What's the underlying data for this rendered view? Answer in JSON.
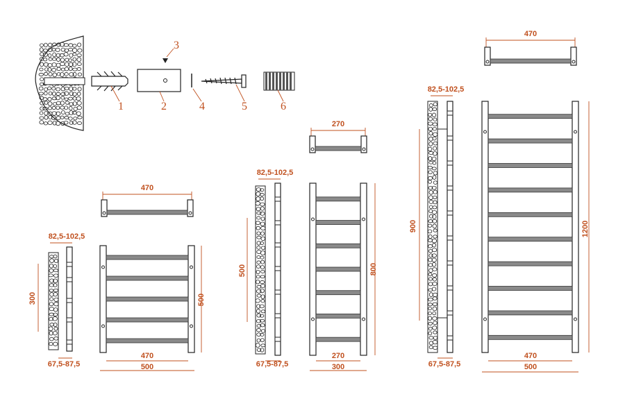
{
  "parts": [
    {
      "number": "1",
      "name": "dowel"
    },
    {
      "number": "2",
      "name": "block"
    },
    {
      "number": "3",
      "name": "bolt"
    },
    {
      "number": "4",
      "name": "washer"
    },
    {
      "number": "5",
      "name": "screw"
    },
    {
      "number": "6",
      "name": "spacer"
    }
  ],
  "radiator_small": {
    "top_width": "470",
    "wall_offset": "82,5-102,5",
    "wall_height": "300",
    "rail_spacing": "470",
    "total_width": "500",
    "height": "500",
    "depth": "67,5-87,5",
    "bars": 5
  },
  "radiator_medium": {
    "top_width": "270",
    "wall_offset": "82,5-102,5",
    "wall_height": "500",
    "rail_spacing": "270",
    "total_width": "300",
    "height": "800",
    "depth": "67,5-87,5",
    "bars": 7
  },
  "radiator_large": {
    "top_width": "470",
    "wall_offset": "82,5-102,5",
    "wall_height": "900",
    "rail_spacing": "470",
    "total_width": "500",
    "height": "1200",
    "depth": "67,5-87,5",
    "bars": 10
  },
  "colors": {
    "dimension": "#c0501e",
    "line": "#222222",
    "bar": "#8a8a8a"
  }
}
